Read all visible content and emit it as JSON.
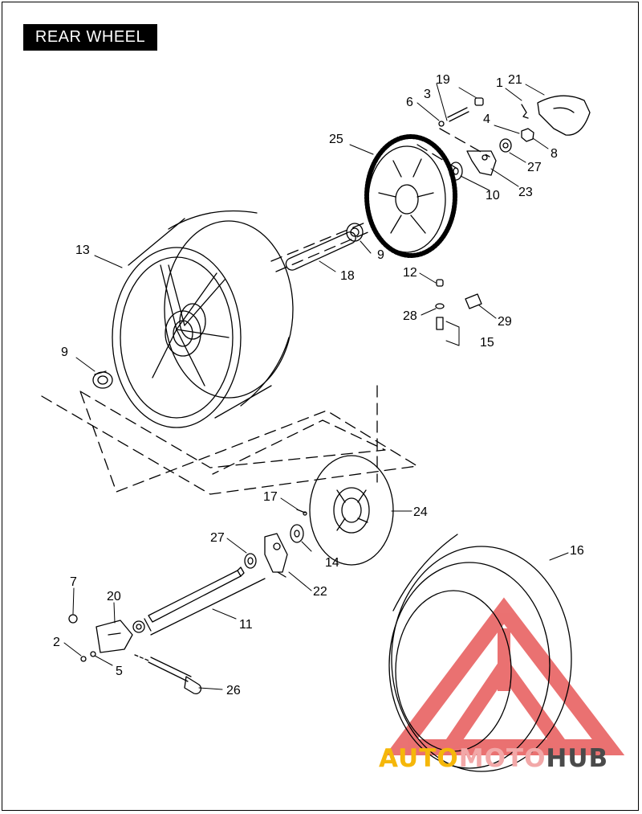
{
  "title": "REAR WHEEL",
  "callouts": [
    {
      "id": "c1",
      "text": "1"
    },
    {
      "id": "c2",
      "text": "2"
    },
    {
      "id": "c3",
      "text": "3"
    },
    {
      "id": "c4",
      "text": "4"
    },
    {
      "id": "c5",
      "text": "5"
    },
    {
      "id": "c6",
      "text": "6"
    },
    {
      "id": "c7",
      "text": "7"
    },
    {
      "id": "c8",
      "text": "8"
    },
    {
      "id": "c9a",
      "text": "9"
    },
    {
      "id": "c9b",
      "text": "9"
    },
    {
      "id": "c10",
      "text": "10"
    },
    {
      "id": "c11",
      "text": "11"
    },
    {
      "id": "c12",
      "text": "12"
    },
    {
      "id": "c13",
      "text": "13"
    },
    {
      "id": "c14",
      "text": "14"
    },
    {
      "id": "c15",
      "text": "15"
    },
    {
      "id": "c16",
      "text": "16"
    },
    {
      "id": "c17",
      "text": "17"
    },
    {
      "id": "c18",
      "text": "18"
    },
    {
      "id": "c19",
      "text": "19"
    },
    {
      "id": "c20",
      "text": "20"
    },
    {
      "id": "c21",
      "text": "21"
    },
    {
      "id": "c22",
      "text": "22"
    },
    {
      "id": "c23",
      "text": "23"
    },
    {
      "id": "c24",
      "text": "24"
    },
    {
      "id": "c25",
      "text": "25"
    },
    {
      "id": "c26",
      "text": "26"
    },
    {
      "id": "c27a",
      "text": "27"
    },
    {
      "id": "c27b",
      "text": "27"
    },
    {
      "id": "c28",
      "text": "28"
    },
    {
      "id": "c29",
      "text": "29"
    }
  ],
  "watermark": {
    "part1": "AUTO",
    "part2": "MOTO",
    "part3": "HUB",
    "colors": {
      "auto": "#f5b70a",
      "moto": "#f2a8a8",
      "hub": "#4a4a4a",
      "logo": "#e23b3b"
    }
  }
}
